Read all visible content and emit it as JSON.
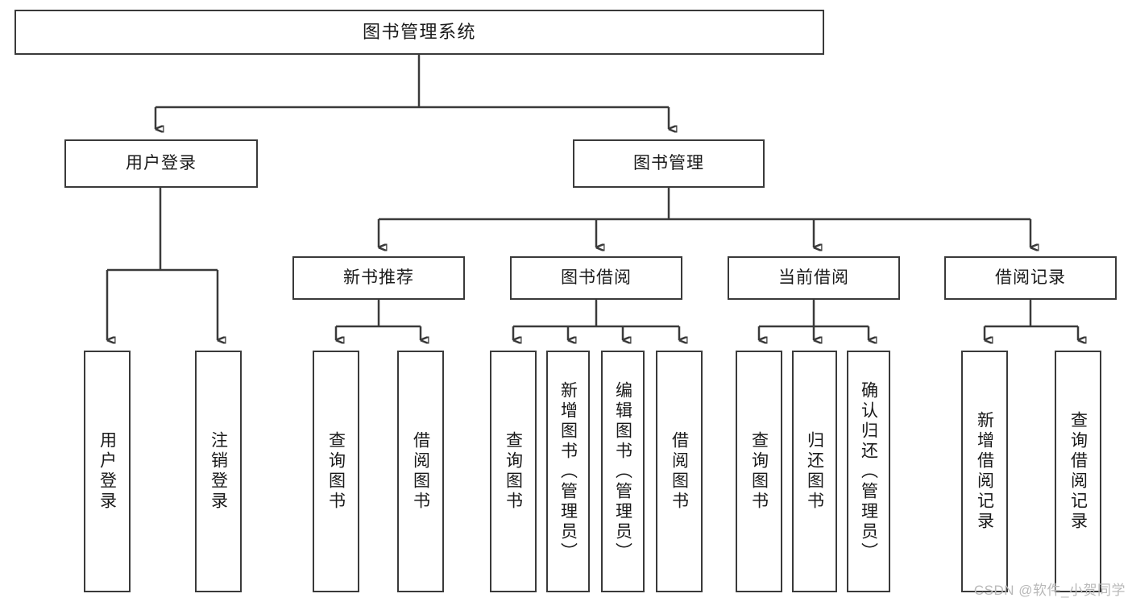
{
  "diagram": {
    "title": "图书管理系统",
    "type": "hierarchy-tree",
    "root": {
      "label": "图书管理系统"
    },
    "level2": [
      {
        "label": "用户登录"
      },
      {
        "label": "图书管理"
      }
    ],
    "level3": [
      {
        "label": "新书推荐"
      },
      {
        "label": "图书借阅"
      },
      {
        "label": "当前借阅"
      },
      {
        "label": "借阅记录"
      }
    ],
    "leaves": {
      "user_login": [
        {
          "label": "用户登录"
        },
        {
          "label": "注销登录"
        }
      ],
      "new_book": [
        {
          "label": "查询图书"
        },
        {
          "label": "借阅图书"
        }
      ],
      "book_borrow": [
        {
          "label": "查询图书"
        },
        {
          "label": "新增图书（管理员）"
        },
        {
          "label": "编辑图书（管理员）"
        },
        {
          "label": "借阅图书"
        }
      ],
      "current_borrow": [
        {
          "label": "查询图书"
        },
        {
          "label": "归还图书"
        },
        {
          "label": "确认归还（管理员）"
        }
      ],
      "borrow_record": [
        {
          "label": "新增借阅记录"
        },
        {
          "label": "查询借阅记录"
        }
      ]
    }
  },
  "watermark": {
    "text": "CSDN @软件_小贺同学"
  },
  "colors": {
    "stroke": "#3a3a3a",
    "background": "#ffffff",
    "text": "#1a1a1a",
    "watermark": "#b9b9b9"
  }
}
